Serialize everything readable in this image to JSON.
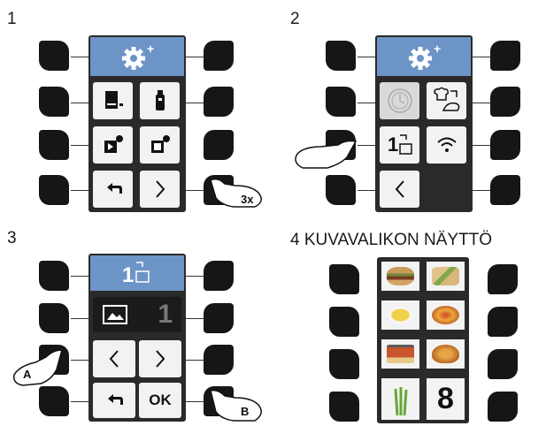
{
  "steps": [
    {
      "label": "1"
    },
    {
      "label": "2"
    },
    {
      "label": "3"
    },
    {
      "label": "4 KUVAVALIKON NÄYTTÖ"
    }
  ],
  "callouts": {
    "press_count": "3x",
    "a": "A",
    "b": "B"
  },
  "panel3": {
    "image_number": "1",
    "ok_label": "OK"
  },
  "panel4": {
    "page_number": "8"
  },
  "colors": {
    "header": "#6d94c6",
    "button": "#161616",
    "panel": "#2a2a2a"
  }
}
